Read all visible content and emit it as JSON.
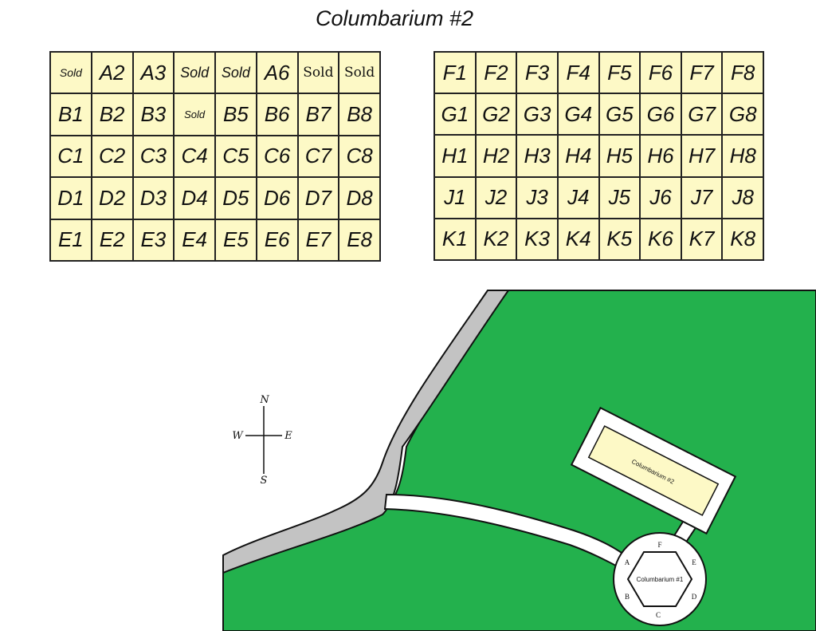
{
  "title": "Columbarium #2",
  "left_grid": [
    [
      "Sold",
      "A2",
      "A3",
      "Sold",
      "Sold",
      "A6",
      "Sold",
      "Sold"
    ],
    [
      "B1",
      "B2",
      "B3",
      "Sold",
      "B5",
      "B6",
      "B7",
      "B8"
    ],
    [
      "C1",
      "C2",
      "C3",
      "C4",
      "C5",
      "C6",
      "C7",
      "C8"
    ],
    [
      "D1",
      "D2",
      "D3",
      "D4",
      "D5",
      "D6",
      "D7",
      "D8"
    ],
    [
      "E1",
      "E2",
      "E3",
      "E4",
      "E5",
      "E6",
      "E7",
      "E8"
    ]
  ],
  "right_grid": [
    [
      "F1",
      "F2",
      "F3",
      "F4",
      "F5",
      "F6",
      "F7",
      "F8"
    ],
    [
      "G1",
      "G2",
      "G3",
      "G4",
      "G5",
      "G6",
      "G7",
      "G8"
    ],
    [
      "H1",
      "H2",
      "H3",
      "H4",
      "H5",
      "H6",
      "H7",
      "H8"
    ],
    [
      "J1",
      "J2",
      "J3",
      "J4",
      "J5",
      "J6",
      "J7",
      "J8"
    ],
    [
      "K1",
      "K2",
      "K3",
      "K4",
      "K5",
      "K6",
      "K7",
      "K8"
    ]
  ],
  "compass": {
    "north": "N",
    "south": "S",
    "east": "E",
    "west": "W"
  },
  "map": {
    "columbarium2_label": "Columbarium #2",
    "columbarium1_label": "Columbarium #1",
    "hex_labels": {
      "top": "F",
      "upper_right": "E",
      "lower_right": "D",
      "bottom": "C",
      "lower_left": "B",
      "upper_left": "A"
    }
  },
  "colors": {
    "grass": "#23b14d",
    "road": "#c3c3c3",
    "path": "#ffffff",
    "cell_fill": "#fdf9c6",
    "outline": "#111111"
  }
}
